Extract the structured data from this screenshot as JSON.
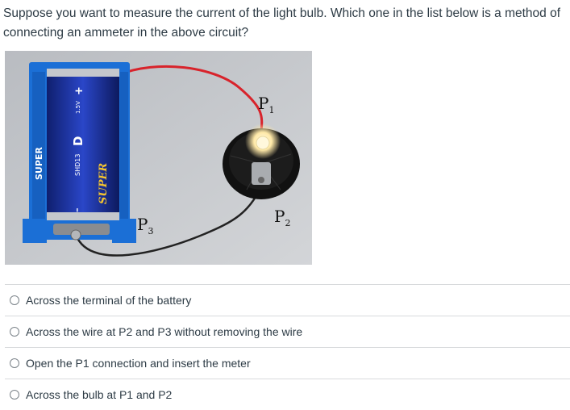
{
  "question": {
    "text": "Suppose you want to measure the current of the light bulb. Which one in the list below is a method of connecting an ammeter in the above circuit?"
  },
  "figure": {
    "labels": {
      "p1": "P",
      "p1_sub": "1",
      "p2": "P",
      "p2_sub": "2",
      "p3": "P",
      "p3_sub": "3"
    },
    "battery": {
      "brand_side": "SUPER",
      "brand_label": "SUPER",
      "size_letter": "D",
      "model": "SHD13",
      "voltage": "1.5V",
      "plus": "+",
      "minus": "–"
    }
  },
  "answers": [
    {
      "label": "Across the terminal of the battery"
    },
    {
      "label": "Across the wire at P2 and P3 without removing the wire"
    },
    {
      "label": "Open the P1 connection and insert the meter"
    },
    {
      "label": "Across the bulb at P1 and P2"
    }
  ]
}
